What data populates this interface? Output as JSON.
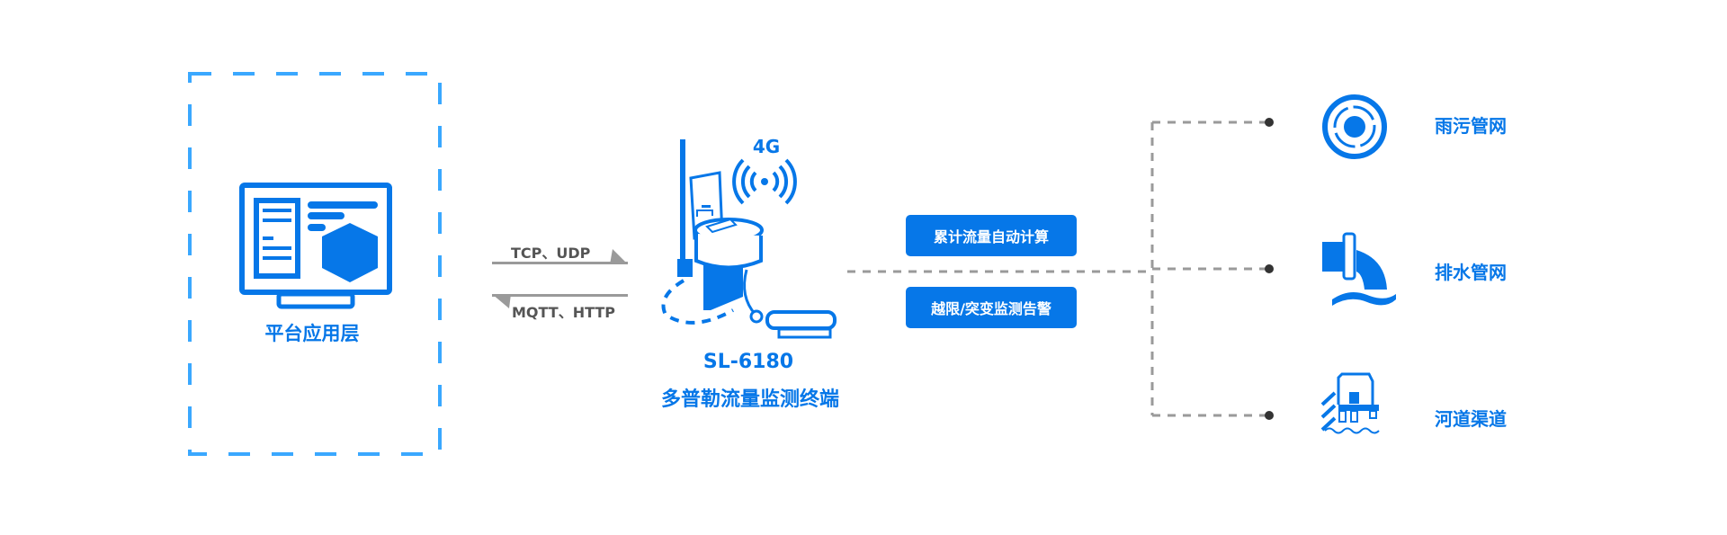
{
  "platform": {
    "label": "平台应用层"
  },
  "protocols": {
    "uplink": "TCP、UDP",
    "downlink": "MQTT、HTTP"
  },
  "device": {
    "signal": "4G",
    "model": "SL-6180",
    "name": "多普勒流量监测终端"
  },
  "features": [
    "累计流量自动计算",
    "越限/突变监测告警"
  ],
  "applications": [
    {
      "label": "雨污管网",
      "icon": "manhole-icon"
    },
    {
      "label": "排水管网",
      "icon": "drain-pipe-icon"
    },
    {
      "label": "河道渠道",
      "icon": "river-station-icon"
    }
  ],
  "colors": {
    "primary": "#0677e8",
    "box_dash": "#3aa8ff",
    "arrow": "#9a9a9a",
    "connector": "#9a9a9a",
    "dot": "#333333"
  }
}
